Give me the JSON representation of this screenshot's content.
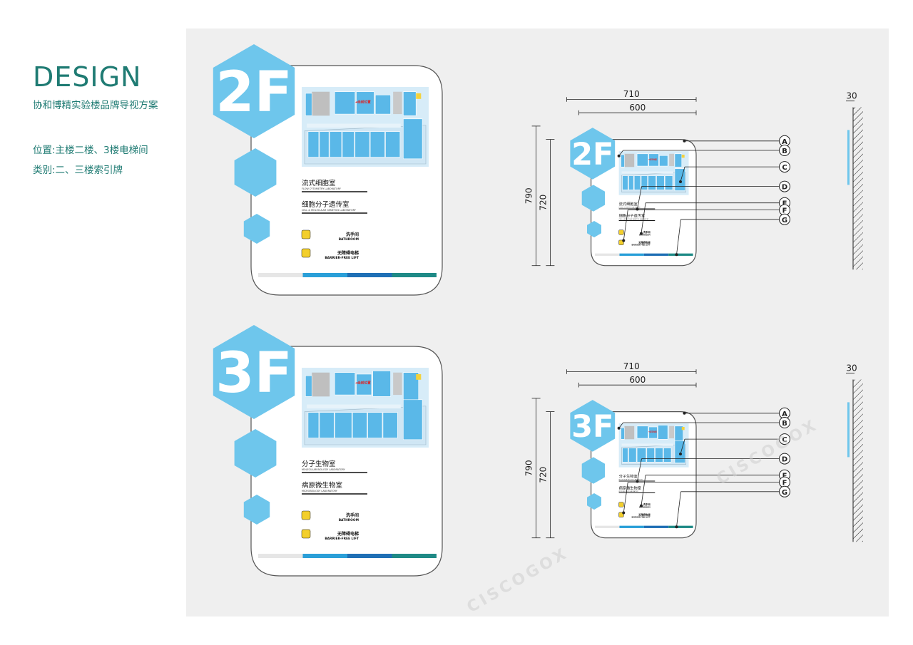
{
  "header": {
    "title": "DESIGN",
    "subtitle": "协和博精实验楼品牌导视方案",
    "location": "位置:主楼二楼、3楼电梯间",
    "category": "类别:二、三楼索引牌"
  },
  "colors": {
    "accent": "#1f7b73",
    "hex_blue": "#6ec6ec",
    "map_blue": "#5ab8e8",
    "bar_grey": "#e6e6e6",
    "bar_lightblue": "#2a9fd8",
    "bar_blue": "#1f6fb5",
    "bar_teal": "#1f8a86"
  },
  "watermark": "CISCOGOX",
  "map_label": "◄当前位置",
  "signs": [
    {
      "floor": "2F",
      "rooms": [
        {
          "name": "流式细胞室",
          "en": "FLOW CYTOMETRY LABORATORY"
        },
        {
          "name": "细胞分子遗传室",
          "en": "CELL & MOLECULAR GENETICS LABORATORY"
        }
      ],
      "facilities": [
        {
          "icon": "restroom-icon",
          "name": "洗手间",
          "en": "BATHROOM"
        },
        {
          "icon": "wheelchair-icon",
          "name": "无障碍电梯",
          "en": "BARRIER-FREE LIFT"
        }
      ],
      "dims": {
        "total_width": "710",
        "board_width": "600",
        "total_height": "790",
        "board_height": "720",
        "depth": "30"
      },
      "callouts": [
        "A",
        "B",
        "C",
        "D",
        "E",
        "F",
        "G"
      ]
    },
    {
      "floor": "3F",
      "rooms": [
        {
          "name": "分子生物室",
          "en": "MOLECULAR BIOLOGY LABORATORY"
        },
        {
          "name": "病原微生物室",
          "en": "MICROBIOLOGY LABORATORY"
        }
      ],
      "facilities": [
        {
          "icon": "restroom-icon",
          "name": "洗手间",
          "en": "BATHROOM"
        },
        {
          "icon": "wheelchair-icon",
          "name": "无障碍电梯",
          "en": "BARRIER-FREE LIFT"
        }
      ],
      "dims": {
        "total_width": "710",
        "board_width": "600",
        "total_height": "790",
        "board_height": "720",
        "depth": "30"
      },
      "callouts": [
        "A",
        "B",
        "C",
        "D",
        "E",
        "F",
        "G"
      ]
    }
  ]
}
